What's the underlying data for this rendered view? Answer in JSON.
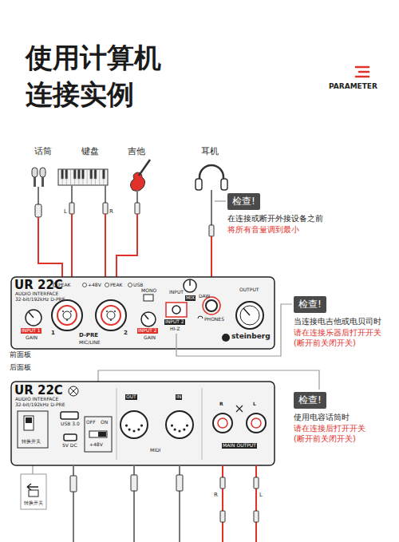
{
  "diagram": {
    "title": "使用计算机 连接实例",
    "nodes": [
      {
        "text": [
          "检查!",
          "在连接或断开外接设备之前",
          "将所有音量调到最小"
        ]
      },
      {
        "text": [
          "检查!",
          "当连接电吉他或电贝司时",
          "请在连接乐器后打开开关 (断开前关闭开关)"
        ]
      },
      {
        "text": [
          "检查!",
          "使用电容话筒时",
          "请在连接后打开开关 (断开前关闭开关)"
        ]
      }
    ],
    "labels": [
      "PARAMETER",
      "话筒",
      "键盘",
      "吉他",
      "耳机",
      "L",
      "R",
      "UR 22C",
      "AUDIO INTERFACE",
      "32-bit/192kHz D-PRE",
      "PEAK",
      "+48V",
      "PEAK",
      "USB",
      "MONO",
      "INPUT",
      "MIX",
      "DAW",
      "PHONES",
      "OUTPUT",
      "INPUT 1",
      "GAIN",
      "1",
      "D-PRE",
      "MIC/LINE",
      "2",
      "INPUT 2",
      "GAIN",
      "INPUT 2",
      "HI-Z",
      "steinberg",
      "前面板",
      "后面板",
      "UR 22C",
      "AUDIO INTERFACE",
      "32-bit/192kHz D-PRE",
      "转换开关",
      "USB 3.0",
      "5V DC",
      "OFF",
      "ON",
      "+48V",
      "OUT",
      "IN",
      "MIDI",
      "R",
      "L",
      "MAIN OUTPUT",
      "转换开关",
      "R",
      "L"
    ]
  }
}
